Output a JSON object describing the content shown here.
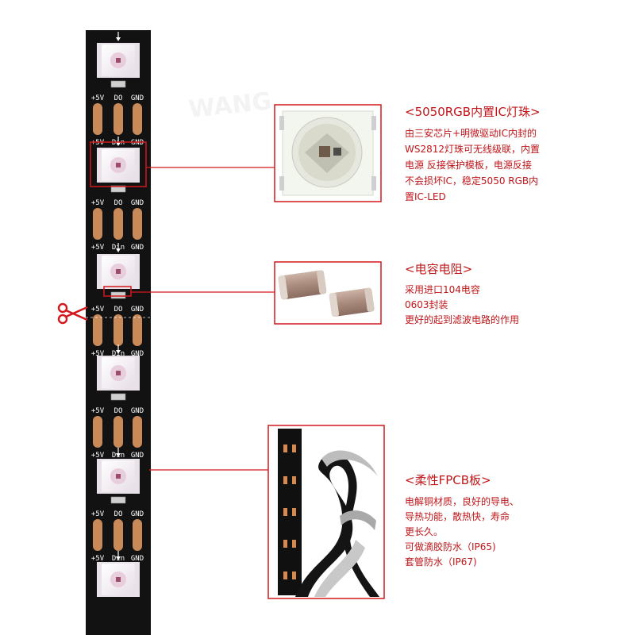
{
  "strip": {
    "pin_top": [
      "+5V",
      "DO",
      "GND"
    ],
    "pin_bottom": [
      "+5V",
      "Din",
      "GND"
    ],
    "watermark": "WANG"
  },
  "callouts": [
    {
      "title": "<5050RGB内置IC灯珠>",
      "lines": [
        "由三安芯片+明微驱动IC内封的",
        "WS2812灯珠可无线级联，内置",
        "电源 反接保护模板，电源反接",
        "不会损坏IC，稳定5050 RGB内",
        "置IC-LED"
      ]
    },
    {
      "title": "<电容电阻>",
      "lines": [
        "采用进口104电容",
        "0603封装",
        "更好的起到滤波电路的作用"
      ]
    },
    {
      "title": "<柔性FPCB板>",
      "lines": [
        "电解铜材质，良好的导电、",
        "导热功能，散热快，寿命",
        "更长久。",
        "可做滴胶防水（IP65)",
        "套管防水（IP67)"
      ]
    }
  ],
  "colors": {
    "accent": "#c0161a",
    "pcb": "#111111",
    "pad": "#c98a5a",
    "led": "#f2ecf2"
  }
}
